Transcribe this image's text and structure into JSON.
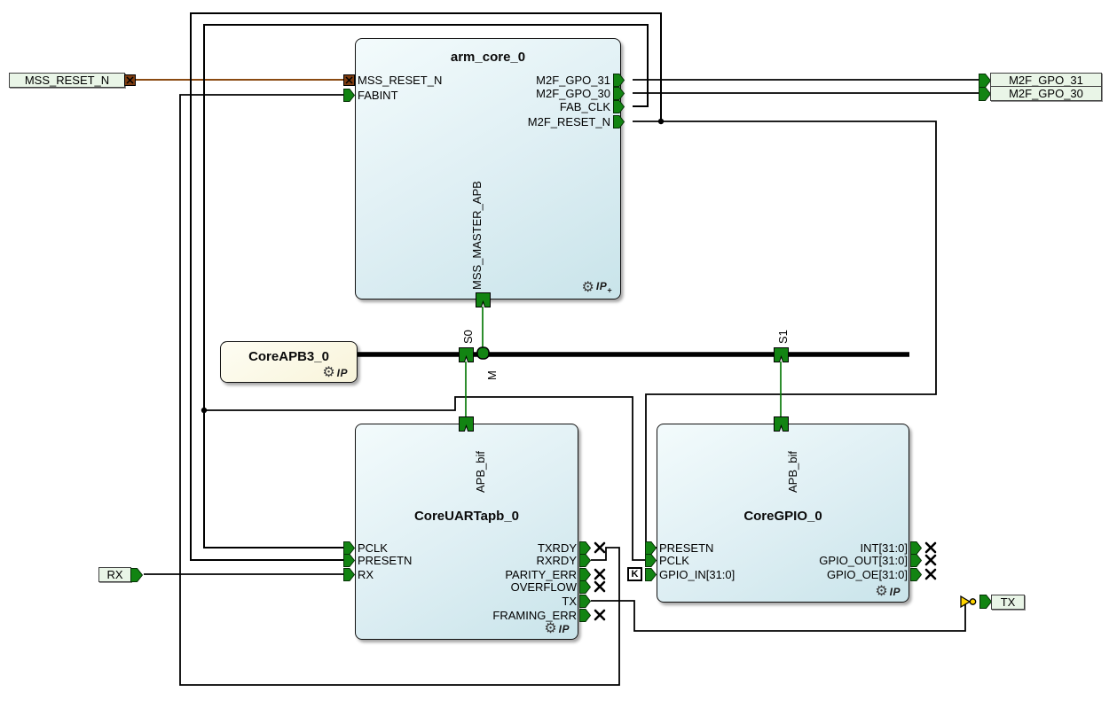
{
  "colors": {
    "port_green": "#128412",
    "wire_black": "#000000",
    "wire_brown": "#8a4a12",
    "bif_wire_green": "#0a7a0a",
    "tag_fill": "#e9f5e7",
    "block_fill": "#d9edf2",
    "coreapb3_fill": "#fcf9e4",
    "buffer_yellow": "#ffd400",
    "pad_marker_brown": "#7e3c10"
  },
  "blocks": {
    "arm_core": {
      "title": "arm_core_0",
      "ports_left": [
        "MSS_RESET_N",
        "FABINT"
      ],
      "ports_right": [
        "M2F_GPO_31",
        "M2F_GPO_30",
        "FAB_CLK",
        "M2F_RESET_N"
      ],
      "port_bottom": "MSS_MASTER_APB",
      "badge": "IP",
      "badge_plus": "+"
    },
    "coreapb3": {
      "title": "CoreAPB3_0",
      "badge": "IP"
    },
    "coreuart": {
      "title": "CoreUARTapb_0",
      "port_top": "APB_bif",
      "ports_left": [
        "PCLK",
        "PRESETN",
        "RX"
      ],
      "ports_right": [
        "TXRDY",
        "RXRDY",
        "PARITY_ERR",
        "OVERFLOW",
        "TX",
        "FRAMING_ERR"
      ],
      "badge": "IP"
    },
    "coregpio": {
      "title": "CoreGPIO_0",
      "port_top": "APB_bif",
      "ports_left": [
        "PRESETN",
        "PCLK",
        "GPIO_IN[31:0]"
      ],
      "ports_right": [
        "INT[31:0]",
        "GPIO_OUT[31:0]",
        "GPIO_OE[31:0]"
      ],
      "constant_marker": "K",
      "badge": "IP"
    }
  },
  "bus": {
    "labels": {
      "s0": "S0",
      "m": "M",
      "s1": "S1"
    }
  },
  "tags": {
    "mss_reset_n": "MSS_RESET_N",
    "m2f_gpo_31": "M2F_GPO_31",
    "m2f_gpo_30": "M2F_GPO_30",
    "rx": "RX",
    "tx": "TX"
  }
}
